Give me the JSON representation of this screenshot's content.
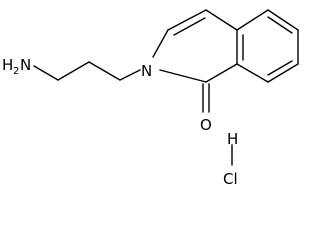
{
  "molecule": {
    "amine_label": "H",
    "amine_sub": "2",
    "amine_n": "N",
    "ring_n": "N",
    "carbonyl_o": "O",
    "salt_h": "H",
    "salt_cl": "Cl"
  },
  "colors": {
    "bond": "#000000",
    "text": "#000000",
    "background": "#ffffff"
  }
}
